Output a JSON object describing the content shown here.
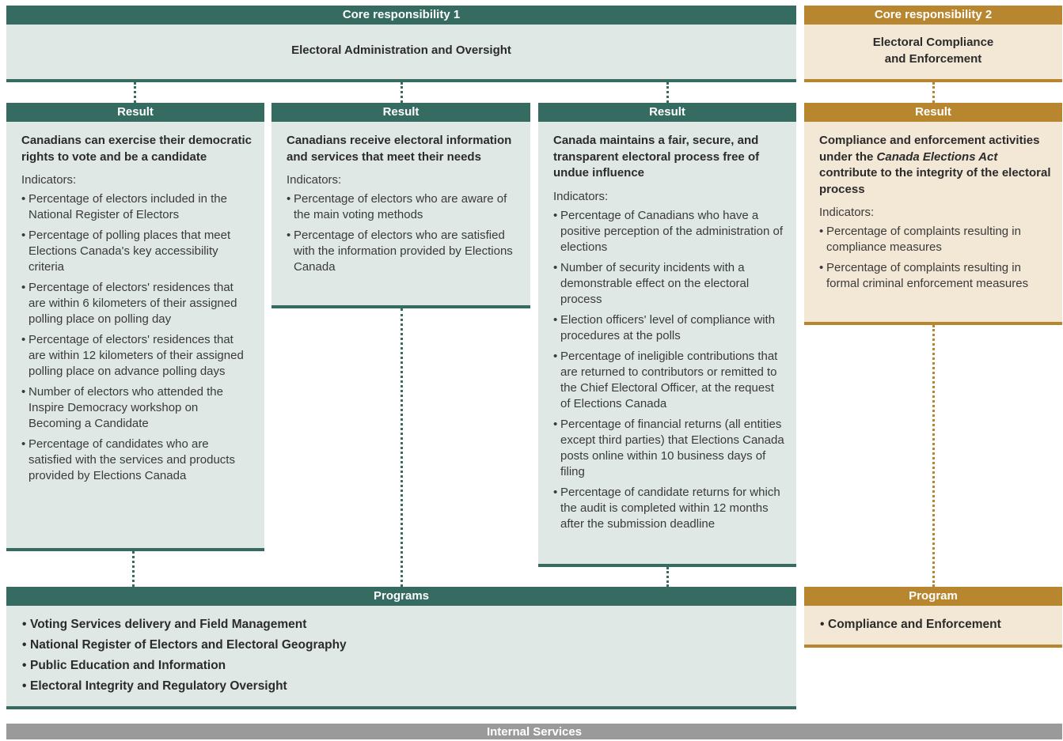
{
  "core1": {
    "header": "Core responsibility 1",
    "title": "Electoral Administration and Oversight"
  },
  "core2": {
    "header": "Core responsibility 2",
    "title_line1": "Electoral Compliance",
    "title_line2": "and Enforcement"
  },
  "results": [
    {
      "header": "Result",
      "title": "Canadians can exercise their democratic rights to vote and be a candidate",
      "indicators_label": "Indicators:",
      "indicators": [
        "Percentage of electors included in the National Register of Electors",
        "Percentage of polling places that meet Elections Canada's key accessibility criteria",
        "Percentage of electors' residences that are within 6 kilometers of their assigned polling place on polling day",
        "Percentage of electors' residences that are within 12 kilometers of their assigned polling place on advance polling days",
        "Number of electors who attended the Inspire Democracy workshop on Becoming a Candidate",
        "Percentage of candidates who are satisfied with the services and products provided by Elections Canada"
      ]
    },
    {
      "header": "Result",
      "title": "Canadians receive electoral information and services that meet their needs",
      "indicators_label": "Indicators:",
      "indicators": [
        "Percentage of electors who are aware of the main voting methods",
        "Percentage of electors who are satisfied with the information provided by Elections Canada"
      ]
    },
    {
      "header": "Result",
      "title": "Canada maintains a fair, secure, and transparent electoral process free of undue influence",
      "indicators_label": "Indicators:",
      "indicators": [
        "Percentage of Canadians who have a positive perception of the administration of elections",
        "Number of security incidents with a demonstrable effect on the electoral process",
        "Election officers' level of compliance with procedures at the polls",
        "Percentage of ineligible contributions that are returned to contributors or remitted to the Chief Electoral Officer, at the request of Elections Canada",
        "Percentage of financial returns (all entities except third parties) that Elections Canada posts online within 10 business days of filing",
        "Percentage of candidate returns for which the audit is completed within 12 months after the submission deadline"
      ]
    },
    {
      "header": "Result",
      "title_part1": "Compliance and enforcement activities under the ",
      "title_italic": "Canada Elections Act",
      "title_part2": " contribute to the integrity of the electoral process",
      "indicators_label": "Indicators:",
      "indicators": [
        "Percentage of complaints resulting in compliance measures",
        "Percentage of complaints resulting in formal criminal enforcement measures"
      ]
    }
  ],
  "programs": {
    "header": "Programs",
    "items": [
      "Voting Services delivery and Field Management",
      "National Register of Electors and Electoral Geography",
      "Public Education and Information",
      "Electoral Integrity and Regulatory Oversight"
    ]
  },
  "program2": {
    "header": "Program",
    "items": [
      "Compliance and Enforcement"
    ]
  },
  "internal_services": "Internal Services"
}
